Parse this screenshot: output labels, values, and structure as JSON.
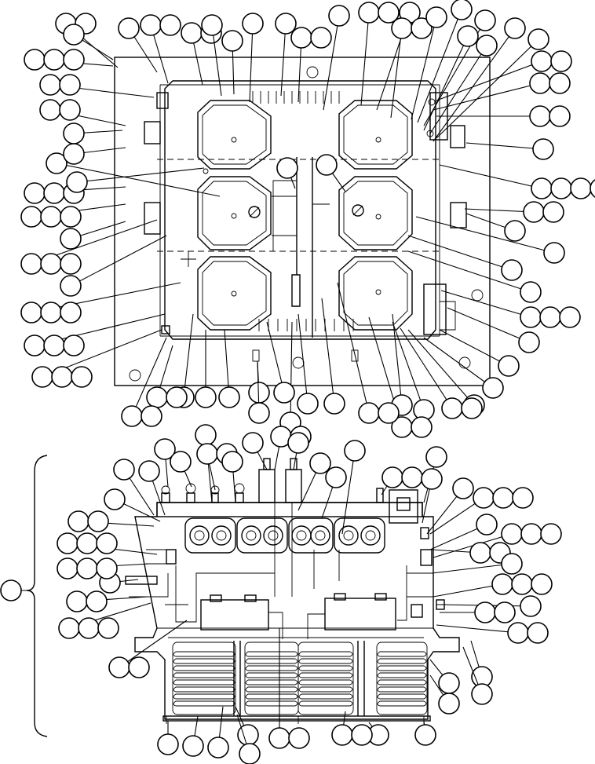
{
  "diagram": {
    "kind": "exploded-parts-illustration",
    "views": [
      "top-view",
      "side-view"
    ],
    "callout_labels": [],
    "text_labels": []
  }
}
